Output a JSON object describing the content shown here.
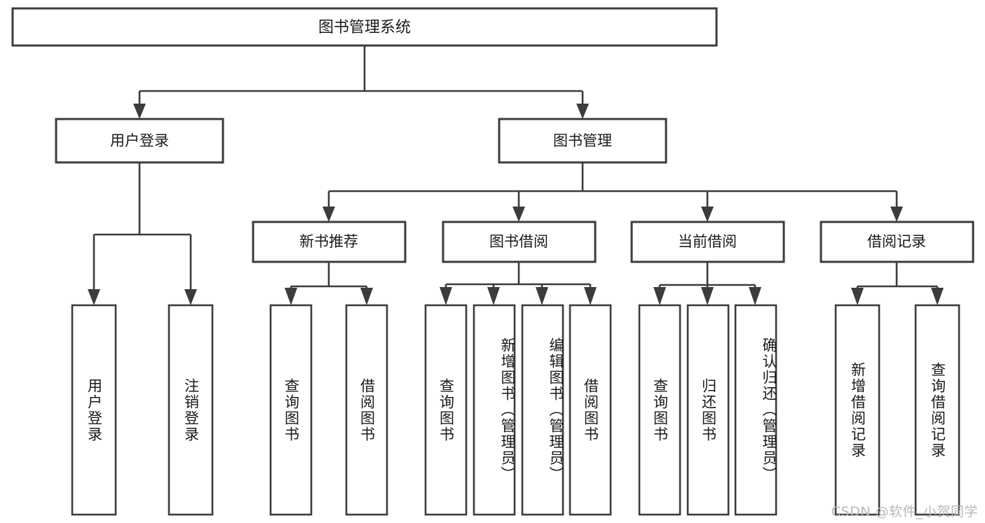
{
  "diagram": {
    "type": "tree-hierarchy-chart",
    "title": "图书管理系统",
    "root": {
      "label": "图书管理系统",
      "id": "root"
    },
    "level2": [
      {
        "id": "user-login",
        "label": "用户登录"
      },
      {
        "id": "book-management",
        "label": "图书管理"
      }
    ],
    "level3": [
      {
        "id": "new-book-recommend",
        "label": "新书推荐",
        "parent": "book-management"
      },
      {
        "id": "book-borrow",
        "label": "图书借阅",
        "parent": "book-management"
      },
      {
        "id": "current-borrow",
        "label": "当前借阅",
        "parent": "book-management"
      },
      {
        "id": "borrow-record",
        "label": "借阅记录",
        "parent": "book-management"
      }
    ],
    "leaves": [
      {
        "id": "leaf-user-login",
        "label": "用户登录",
        "parent": "user-login"
      },
      {
        "id": "leaf-logout-login",
        "label": "注销登录",
        "parent": "user-login"
      },
      {
        "id": "leaf-query-book-1",
        "label": "查询图书",
        "parent": "new-book-recommend"
      },
      {
        "id": "leaf-borrow-book-1",
        "label": "借阅图书",
        "parent": "new-book-recommend"
      },
      {
        "id": "leaf-query-book-2",
        "label": "查询图书",
        "parent": "book-borrow"
      },
      {
        "id": "leaf-add-book",
        "label": "新增图书（管理员）",
        "parent": "book-borrow"
      },
      {
        "id": "leaf-edit-book",
        "label": "编辑图书（管理员）",
        "parent": "book-borrow"
      },
      {
        "id": "leaf-borrow-book-2",
        "label": "借阅图书",
        "parent": "book-borrow"
      },
      {
        "id": "leaf-query-book-3",
        "label": "查询图书",
        "parent": "current-borrow"
      },
      {
        "id": "leaf-return-book",
        "label": "归还图书",
        "parent": "current-borrow"
      },
      {
        "id": "leaf-confirm-return",
        "label": "确认归还（管理员）",
        "parent": "current-borrow"
      },
      {
        "id": "leaf-add-record",
        "label": "新增借阅记录",
        "parent": "borrow-record"
      },
      {
        "id": "leaf-query-record",
        "label": "查询借阅记录",
        "parent": "borrow-record"
      }
    ]
  },
  "watermark": {
    "text": "CSDN @软件_小贺同学"
  },
  "colors": {
    "stroke": "#3c3c3c",
    "fill": "#ffffff",
    "text": "#1a1a1a",
    "watermark": "#b8b8b8"
  }
}
